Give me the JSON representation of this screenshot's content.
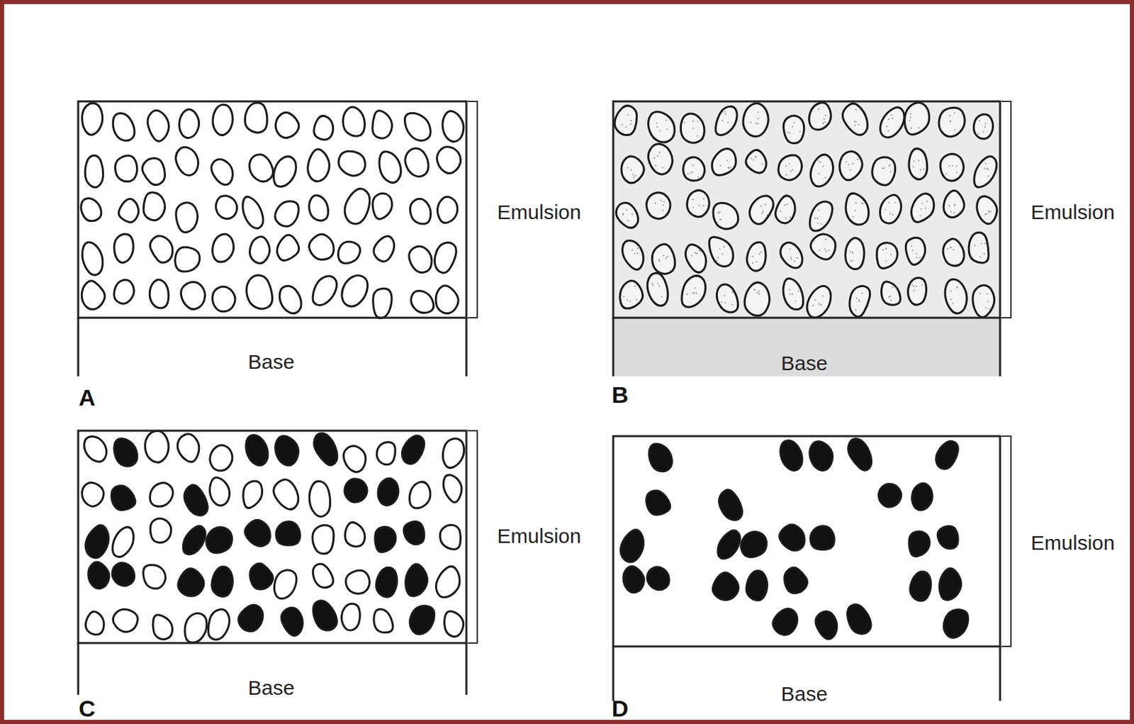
{
  "diagram": {
    "labels": [
      "Emulsion",
      "Base",
      "A",
      "Emulsion",
      "Base",
      "B",
      "Emulsion",
      "Base",
      "C",
      "Emulsion",
      "Base",
      "D"
    ]
  }
}
